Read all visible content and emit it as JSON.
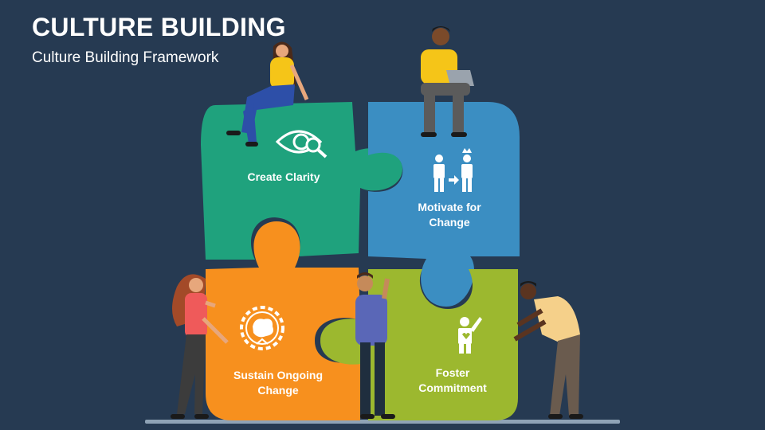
{
  "slide": {
    "title": "CULTURE BUILDING",
    "subtitle": "Culture Building Framework"
  },
  "pieces": [
    {
      "label": "Create Clarity",
      "color": "#1fa27d",
      "icon": "eye-search-icon"
    },
    {
      "label": "Motivate for Change",
      "color": "#3b8ec2",
      "icon": "person-transform-icon"
    },
    {
      "label": "Sustain Ongoing Change",
      "color": "#f7901e",
      "icon": "gear-brain-icon"
    },
    {
      "label": "Foster Commitment",
      "color": "#9cb82f",
      "icon": "person-heart-icon"
    }
  ],
  "colors": {
    "background": "#263a52",
    "ground": "#8fa3b6"
  }
}
